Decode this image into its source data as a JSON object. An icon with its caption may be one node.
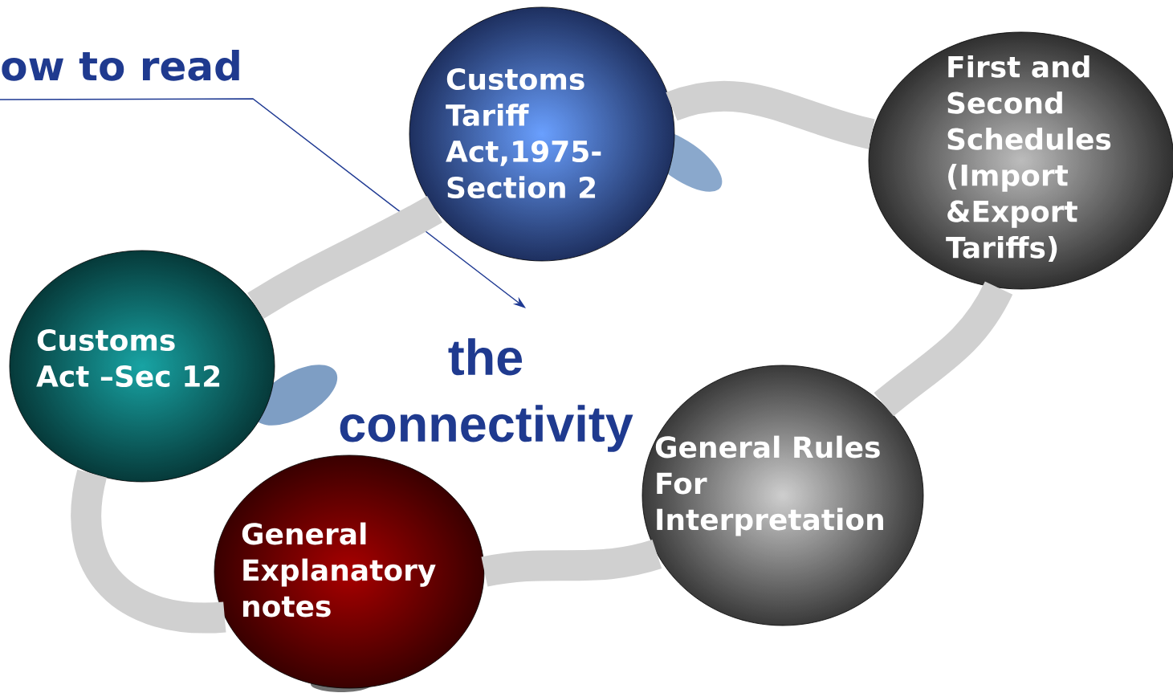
{
  "diagram": {
    "nodes": [
      {
        "text": [
          "ow to read"
        ]
      },
      {
        "text": [
          "Customs Tariff Act,1975- Section 2"
        ]
      },
      {
        "text": [
          "First and Second Schedules (Import &Export Tariffs)"
        ]
      },
      {
        "text": [
          "General Rules For Interpretation"
        ]
      },
      {
        "text": [
          "General Explanatory notes"
        ]
      },
      {
        "text": [
          "Customs Act –Sec 12"
        ]
      },
      {
        "text": [
          "the connectivity"
        ]
      }
    ],
    "edges": [
      {
        "from": 0,
        "to": 6,
        "arrow": "to",
        "color": "#1f3a93"
      },
      {
        "from": 1,
        "to": 2,
        "arrow": "none"
      },
      {
        "from": 2,
        "to": 3,
        "arrow": "none"
      },
      {
        "from": 3,
        "to": 4,
        "arrow": "none"
      },
      {
        "from": 4,
        "to": 5,
        "arrow": "none"
      },
      {
        "from": 5,
        "to": 1,
        "arrow": "none"
      }
    ]
  }
}
